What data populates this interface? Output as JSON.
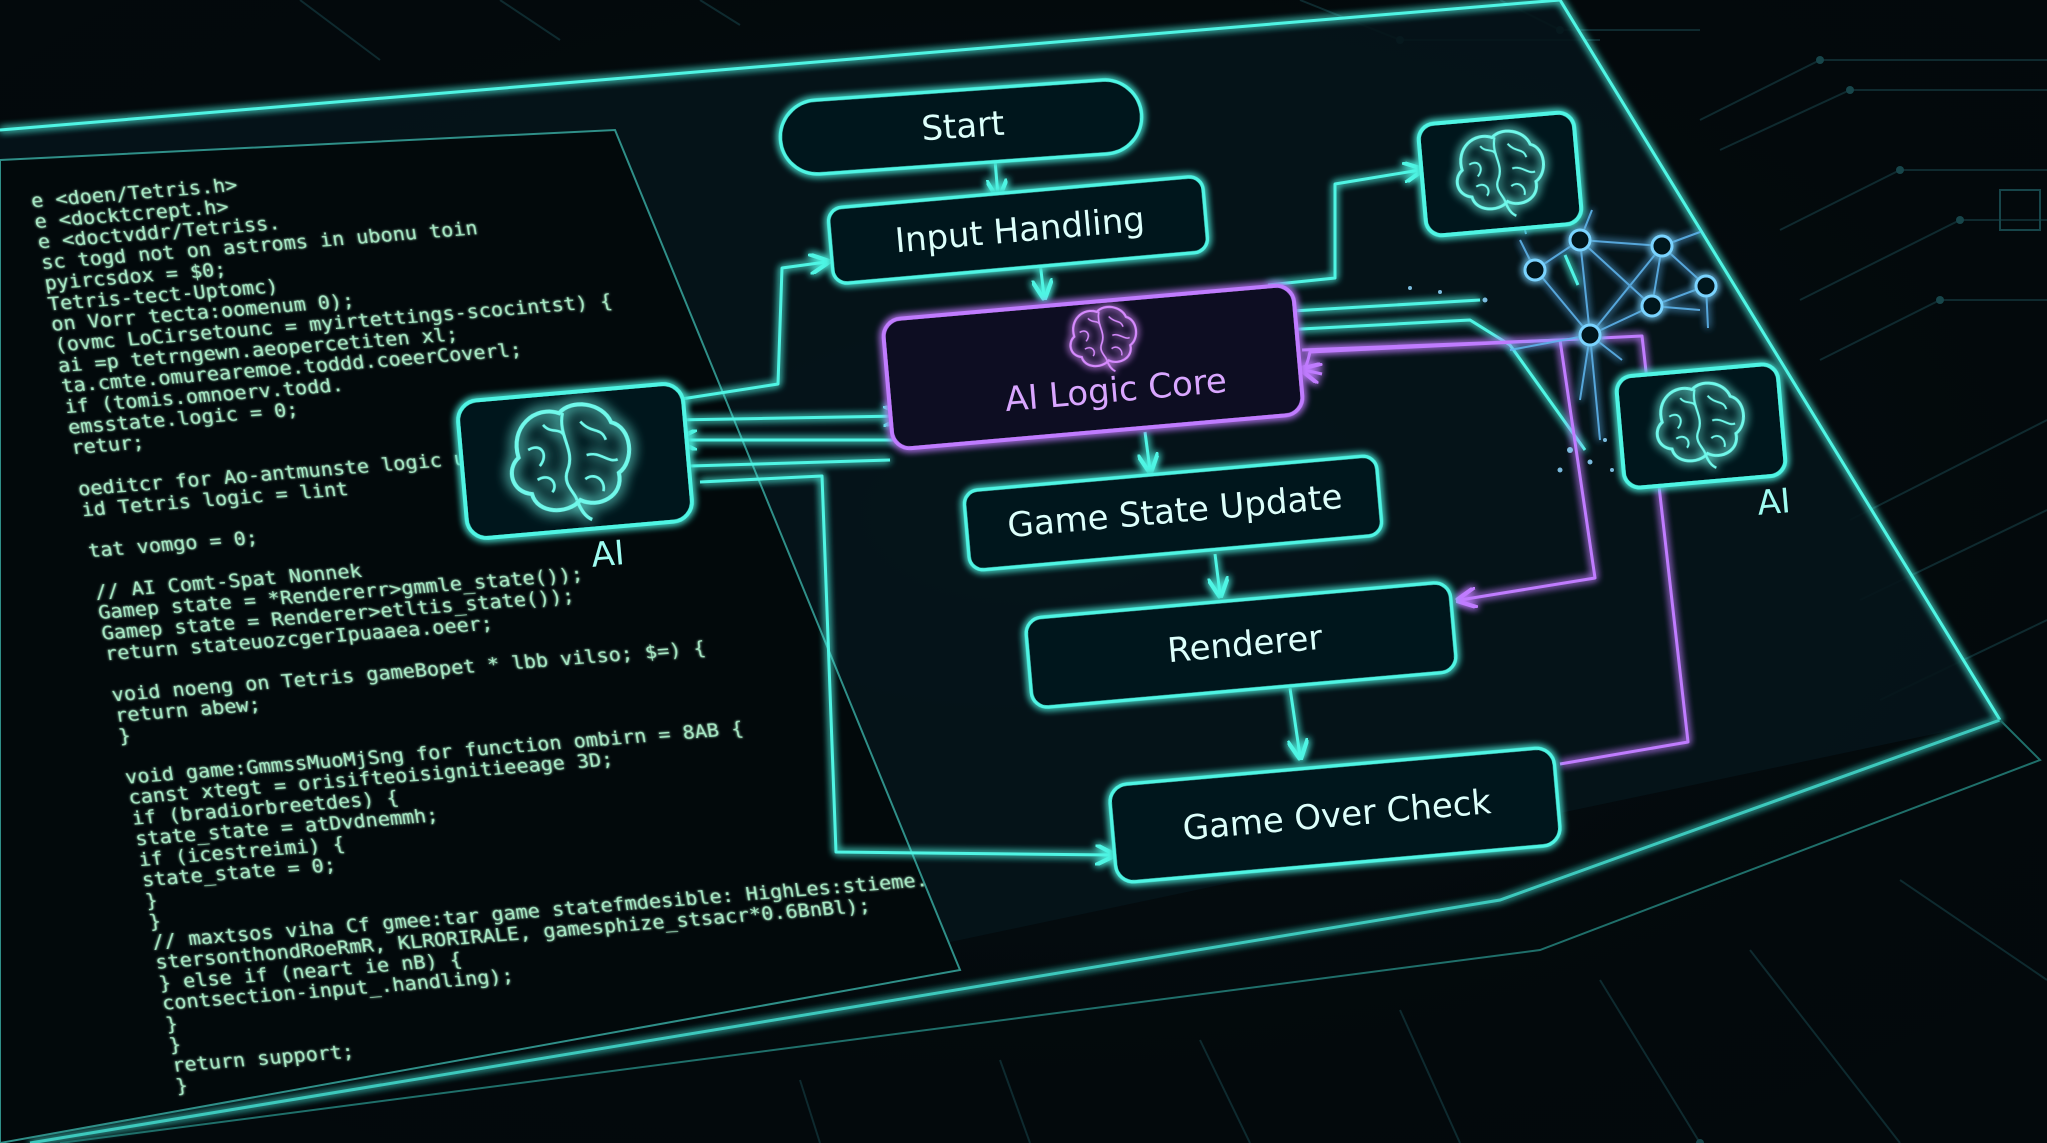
{
  "diagram": {
    "nodes": {
      "start": "Start",
      "input_handling": "Input Handling",
      "ai_logic_core": "AI Logic Core",
      "game_state_update": "Game State Update",
      "renderer": "Renderer",
      "game_over_check": "Game Over Check"
    },
    "ai_left_label": "AI",
    "ai_right_label": "AI"
  },
  "code_panel": {
    "lines": [
      "e <doen/Tetris.h>",
      "e <docktcrept.h>",
      "e <doctvddr/Tetriss.",
      "sc togd not on astroms in ubonu toin",
      "pyircsdox = $0;",
      "Tetris-tect-Uptomc)",
      "on Vorr tecta:oomenum 0);",
      "(ovmc LoCirsetounc = myirtettings-scocintst) {",
      "ai =p   tetrngewn.aeopercetiten xl;",
      "ta.cmte.omurearemoe.toddd.coeerCoverl;",
      "if (tomis.omnoerv.todd.",
      "  emsstate.logic = 0;",
      "retur;",
      "",
      "oeditcr for Ao-antmunste logic uu nuve",
      "id Tetris logic = lint",
      "",
      "tat vomgo = 0;",
      "",
      "// AI Comt-Spat Nonnek",
      "Gamep state = *Rendererr>gmmle_state());",
      "Gamep state = Renderer>etltis_state());",
      "return stateuozcgerIpuaaea.oeer;",
      "",
      "void noeng on Tetris gameBopet * lbb vilso; $=) {",
      "  return abew;",
      "}",
      "",
      "void game:GmmssMuoMjSng for function ombirn = 8AB {",
      "  canst xtegt = orisifteoisignitieeage 3D;",
      "  if (bradiorbreetdes) {",
      "    state_state = atDvdnemmh;",
      "    if (icestreimi) {",
      "      state_state = 0;",
      "    }",
      "  }",
      "  // maxtsos viha Cf gmee:tar game statefmdesible: HighLes:stieme.",
      "  stersonthondRoeRmR, KLRORIRALE, gamesphize_stsacr*0.6BnBl);",
      "  } else if (neart ie nB) {",
      "    contsection-input_.handling);",
      "  }",
      "}",
      "return support;",
      "}"
    ]
  },
  "colors": {
    "cyan": "#4ff5e4",
    "purple": "#c07bff",
    "background": "#03090c",
    "panel": "#06141a",
    "code": "#a7e8c4"
  },
  "icons": {
    "left_ai": "brain-icon",
    "core": "brain-icon",
    "top_right": "brain-icon",
    "bottom_right": "brain-icon"
  }
}
